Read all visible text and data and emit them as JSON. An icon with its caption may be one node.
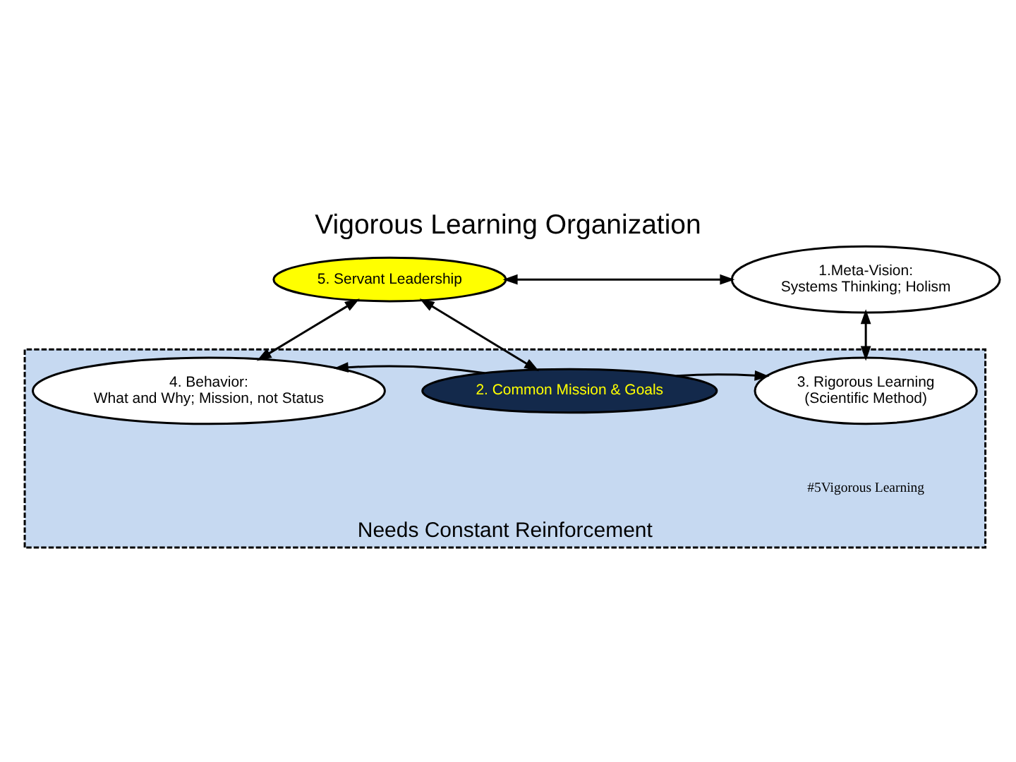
{
  "diagram": {
    "title": "Vigorous Learning Organization",
    "nodes": [
      {
        "text": [
          "5. Servant Leadership"
        ]
      },
      {
        "text": [
          "1.Meta-Vision:",
          "Systems Thinking; Holism"
        ]
      },
      {
        "text": [
          "Needs Constant Reinforcement"
        ]
      },
      {
        "text": [
          "2. Common Mission & Goals"
        ],
        "in": 2
      },
      {
        "text": [
          "4. Behavior:",
          "What and Why; Mission, not Status"
        ],
        "in": 2
      },
      {
        "text": [
          "3. Rigorous Learning",
          "(Scientific Method)"
        ],
        "in": 2
      }
    ],
    "edges": [
      {
        "from": 0,
        "to": 1,
        "arrow": "both"
      },
      {
        "from": 0,
        "to": 4,
        "arrow": "both"
      },
      {
        "from": 0,
        "to": 3,
        "arrow": "both"
      },
      {
        "from": 1,
        "to": 5,
        "arrow": "both"
      },
      {
        "from": 3,
        "to": 4,
        "arrow": "to"
      },
      {
        "from": 3,
        "to": 5,
        "arrow": "to"
      }
    ],
    "labels": [
      "#5Vigorous Learning"
    ]
  }
}
